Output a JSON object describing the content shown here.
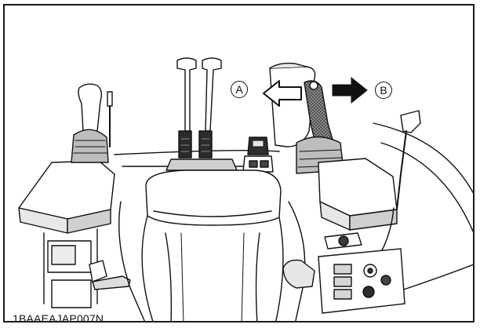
{
  "figure": {
    "callout_a": "A",
    "callout_b": "B",
    "figure_code": "1BAAEAJAP007N"
  },
  "colors": {
    "line": "#111111",
    "shade": "#c9c9c9",
    "dark": "#3a3a3a",
    "background": "#ffffff"
  },
  "icons": [
    "arrow-left-outline-icon",
    "arrow-right-solid-icon"
  ]
}
